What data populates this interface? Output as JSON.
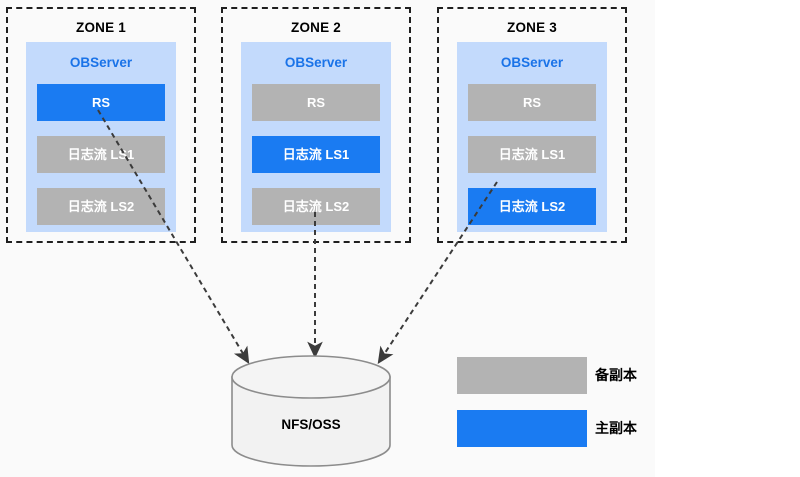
{
  "canvas": {
    "background": "#fafafa",
    "page_background": "#ffffff"
  },
  "colors": {
    "primary_replica": "#1a7bf2",
    "standby_replica": "#b3b3b3",
    "observer_panel": "#c3dafc",
    "observer_title": "#1a73e8",
    "zone_border": "#1f1f1f",
    "arrow": "#3b3b3b",
    "cylinder_fill": "#f2f2f2",
    "cylinder_stroke": "#8c8c8c"
  },
  "zones": [
    {
      "title": "ZONE 1",
      "observer_label": "OBServer",
      "nodes": [
        {
          "label": "RS",
          "role": "primary"
        },
        {
          "label": "日志流 LS1",
          "role": "standby"
        },
        {
          "label": "日志流 LS2",
          "role": "standby"
        }
      ]
    },
    {
      "title": "ZONE 2",
      "observer_label": "OBServer",
      "nodes": [
        {
          "label": "RS",
          "role": "standby"
        },
        {
          "label": "日志流 LS1",
          "role": "primary"
        },
        {
          "label": "日志流 LS2",
          "role": "standby"
        }
      ]
    },
    {
      "title": "ZONE 3",
      "observer_label": "OBServer",
      "nodes": [
        {
          "label": "RS",
          "role": "standby"
        },
        {
          "label": "日志流 LS1",
          "role": "standby"
        },
        {
          "label": "日志流 LS2",
          "role": "primary"
        }
      ]
    }
  ],
  "storage": {
    "label": "NFS/OSS",
    "shape": "cylinder-icon"
  },
  "legend": {
    "items": [
      {
        "label": "备副本",
        "role": "standby"
      },
      {
        "label": "主副本",
        "role": "primary"
      }
    ]
  },
  "arrows": [
    {
      "name": "arrow-zone1-to-storage",
      "from": "zone-1",
      "to": "storage"
    },
    {
      "name": "arrow-zone2-to-storage",
      "from": "zone-2",
      "to": "storage"
    },
    {
      "name": "arrow-zone3-to-storage",
      "from": "zone-3",
      "to": "storage"
    }
  ]
}
